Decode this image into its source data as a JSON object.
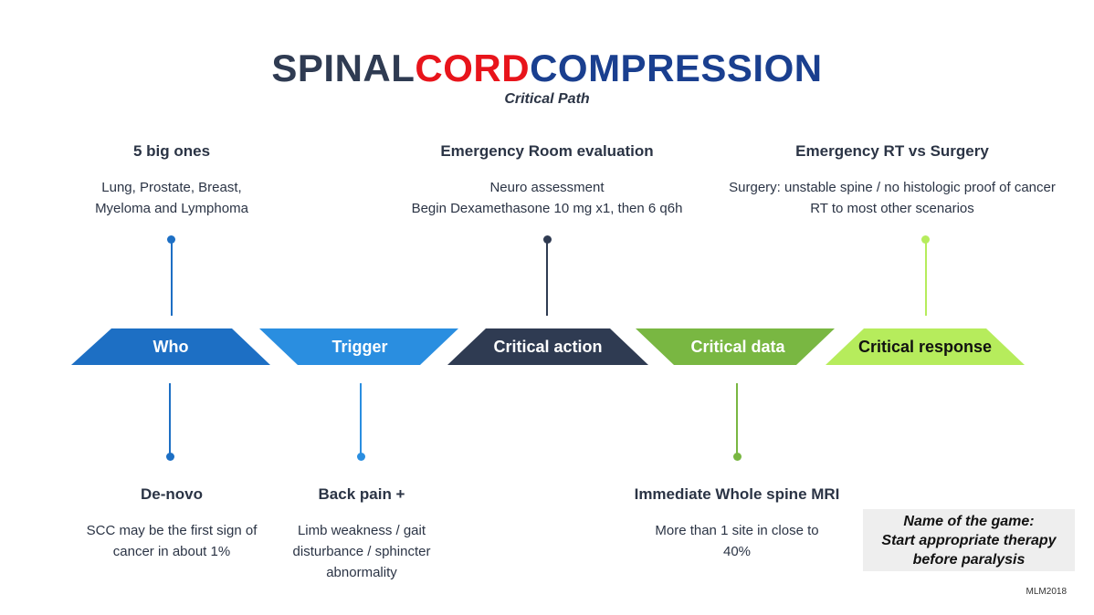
{
  "title": {
    "part1": "SPINAL",
    "part2": "CORD",
    "part3": "COMPRESSION"
  },
  "subtitle": "Critical Path",
  "colors": {
    "who": "#1d6fc4",
    "trigger": "#2a8ee0",
    "critical_action": "#2f3b52",
    "critical_data": "#79b742",
    "critical_response": "#b6ec5c"
  },
  "segments": [
    {
      "label": "Who"
    },
    {
      "label": "Trigger"
    },
    {
      "label": "Critical action"
    },
    {
      "label": "Critical data"
    },
    {
      "label": "Critical response"
    }
  ],
  "top_blocks": {
    "who": {
      "heading": "5 big ones",
      "lines": [
        "Lung, Prostate, Breast,",
        "Myeloma and Lymphoma"
      ]
    },
    "action": {
      "heading": "Emergency Room evaluation",
      "lines": [
        "Neuro assessment",
        "Begin Dexamethasone 10 mg x1, then 6 q6h"
      ]
    },
    "response": {
      "heading": "Emergency RT vs Surgery",
      "lines": [
        "Surgery: unstable spine / no histologic proof of cancer",
        "RT to most other scenarios"
      ]
    }
  },
  "bottom_blocks": {
    "who": {
      "heading": "De-novo",
      "lines": [
        "SCC may be the first sign of",
        "cancer in about 1%"
      ]
    },
    "trigger": {
      "heading": "Back pain +",
      "lines": [
        "Limb weakness / gait",
        "disturbance / sphincter",
        "abnormality"
      ]
    },
    "data": {
      "heading": "Immediate Whole spine MRI",
      "lines": [
        "More than 1 site in close to",
        "40%"
      ]
    }
  },
  "game": {
    "lines": [
      "Name of the game:",
      "Start appropriate therapy",
      "before paralysis"
    ]
  },
  "credit": "MLM2018"
}
